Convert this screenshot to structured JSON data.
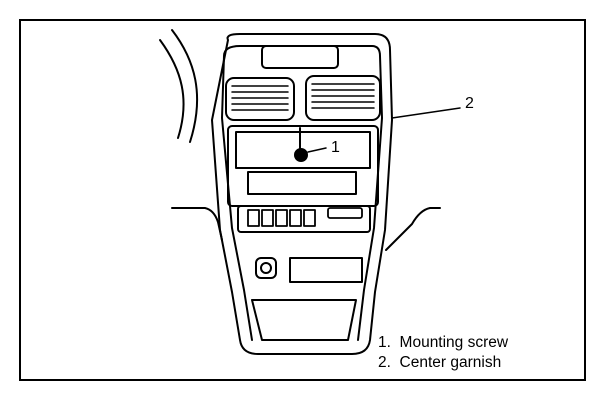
{
  "callouts": [
    {
      "number": "1",
      "target": "mounting-screw"
    },
    {
      "number": "2",
      "target": "center-garnish"
    }
  ],
  "legend": [
    {
      "text": "1.  Mounting screw"
    },
    {
      "text": "2.  Center garnish"
    }
  ],
  "colors": {
    "line": "#000000",
    "background": "#ffffff"
  }
}
